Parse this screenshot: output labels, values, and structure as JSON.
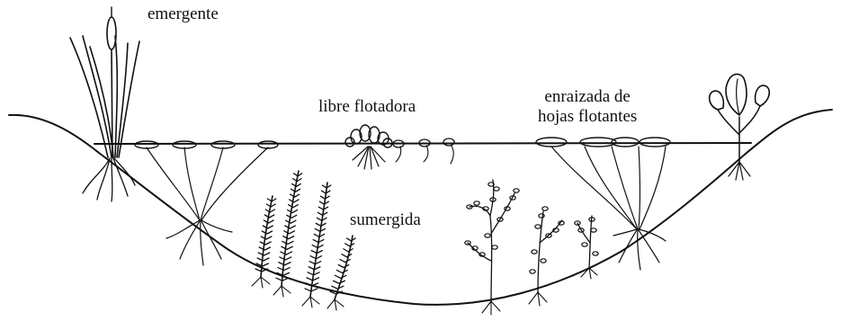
{
  "labels": {
    "emergent": "emergente",
    "free_floating": "libre flotadora",
    "rooted_floating_line1": "enraizada de",
    "rooted_floating_line2": "hojas flotantes",
    "submerged": "sumergida"
  },
  "colors": {
    "ink": "#111111",
    "background": "#ffffff"
  }
}
